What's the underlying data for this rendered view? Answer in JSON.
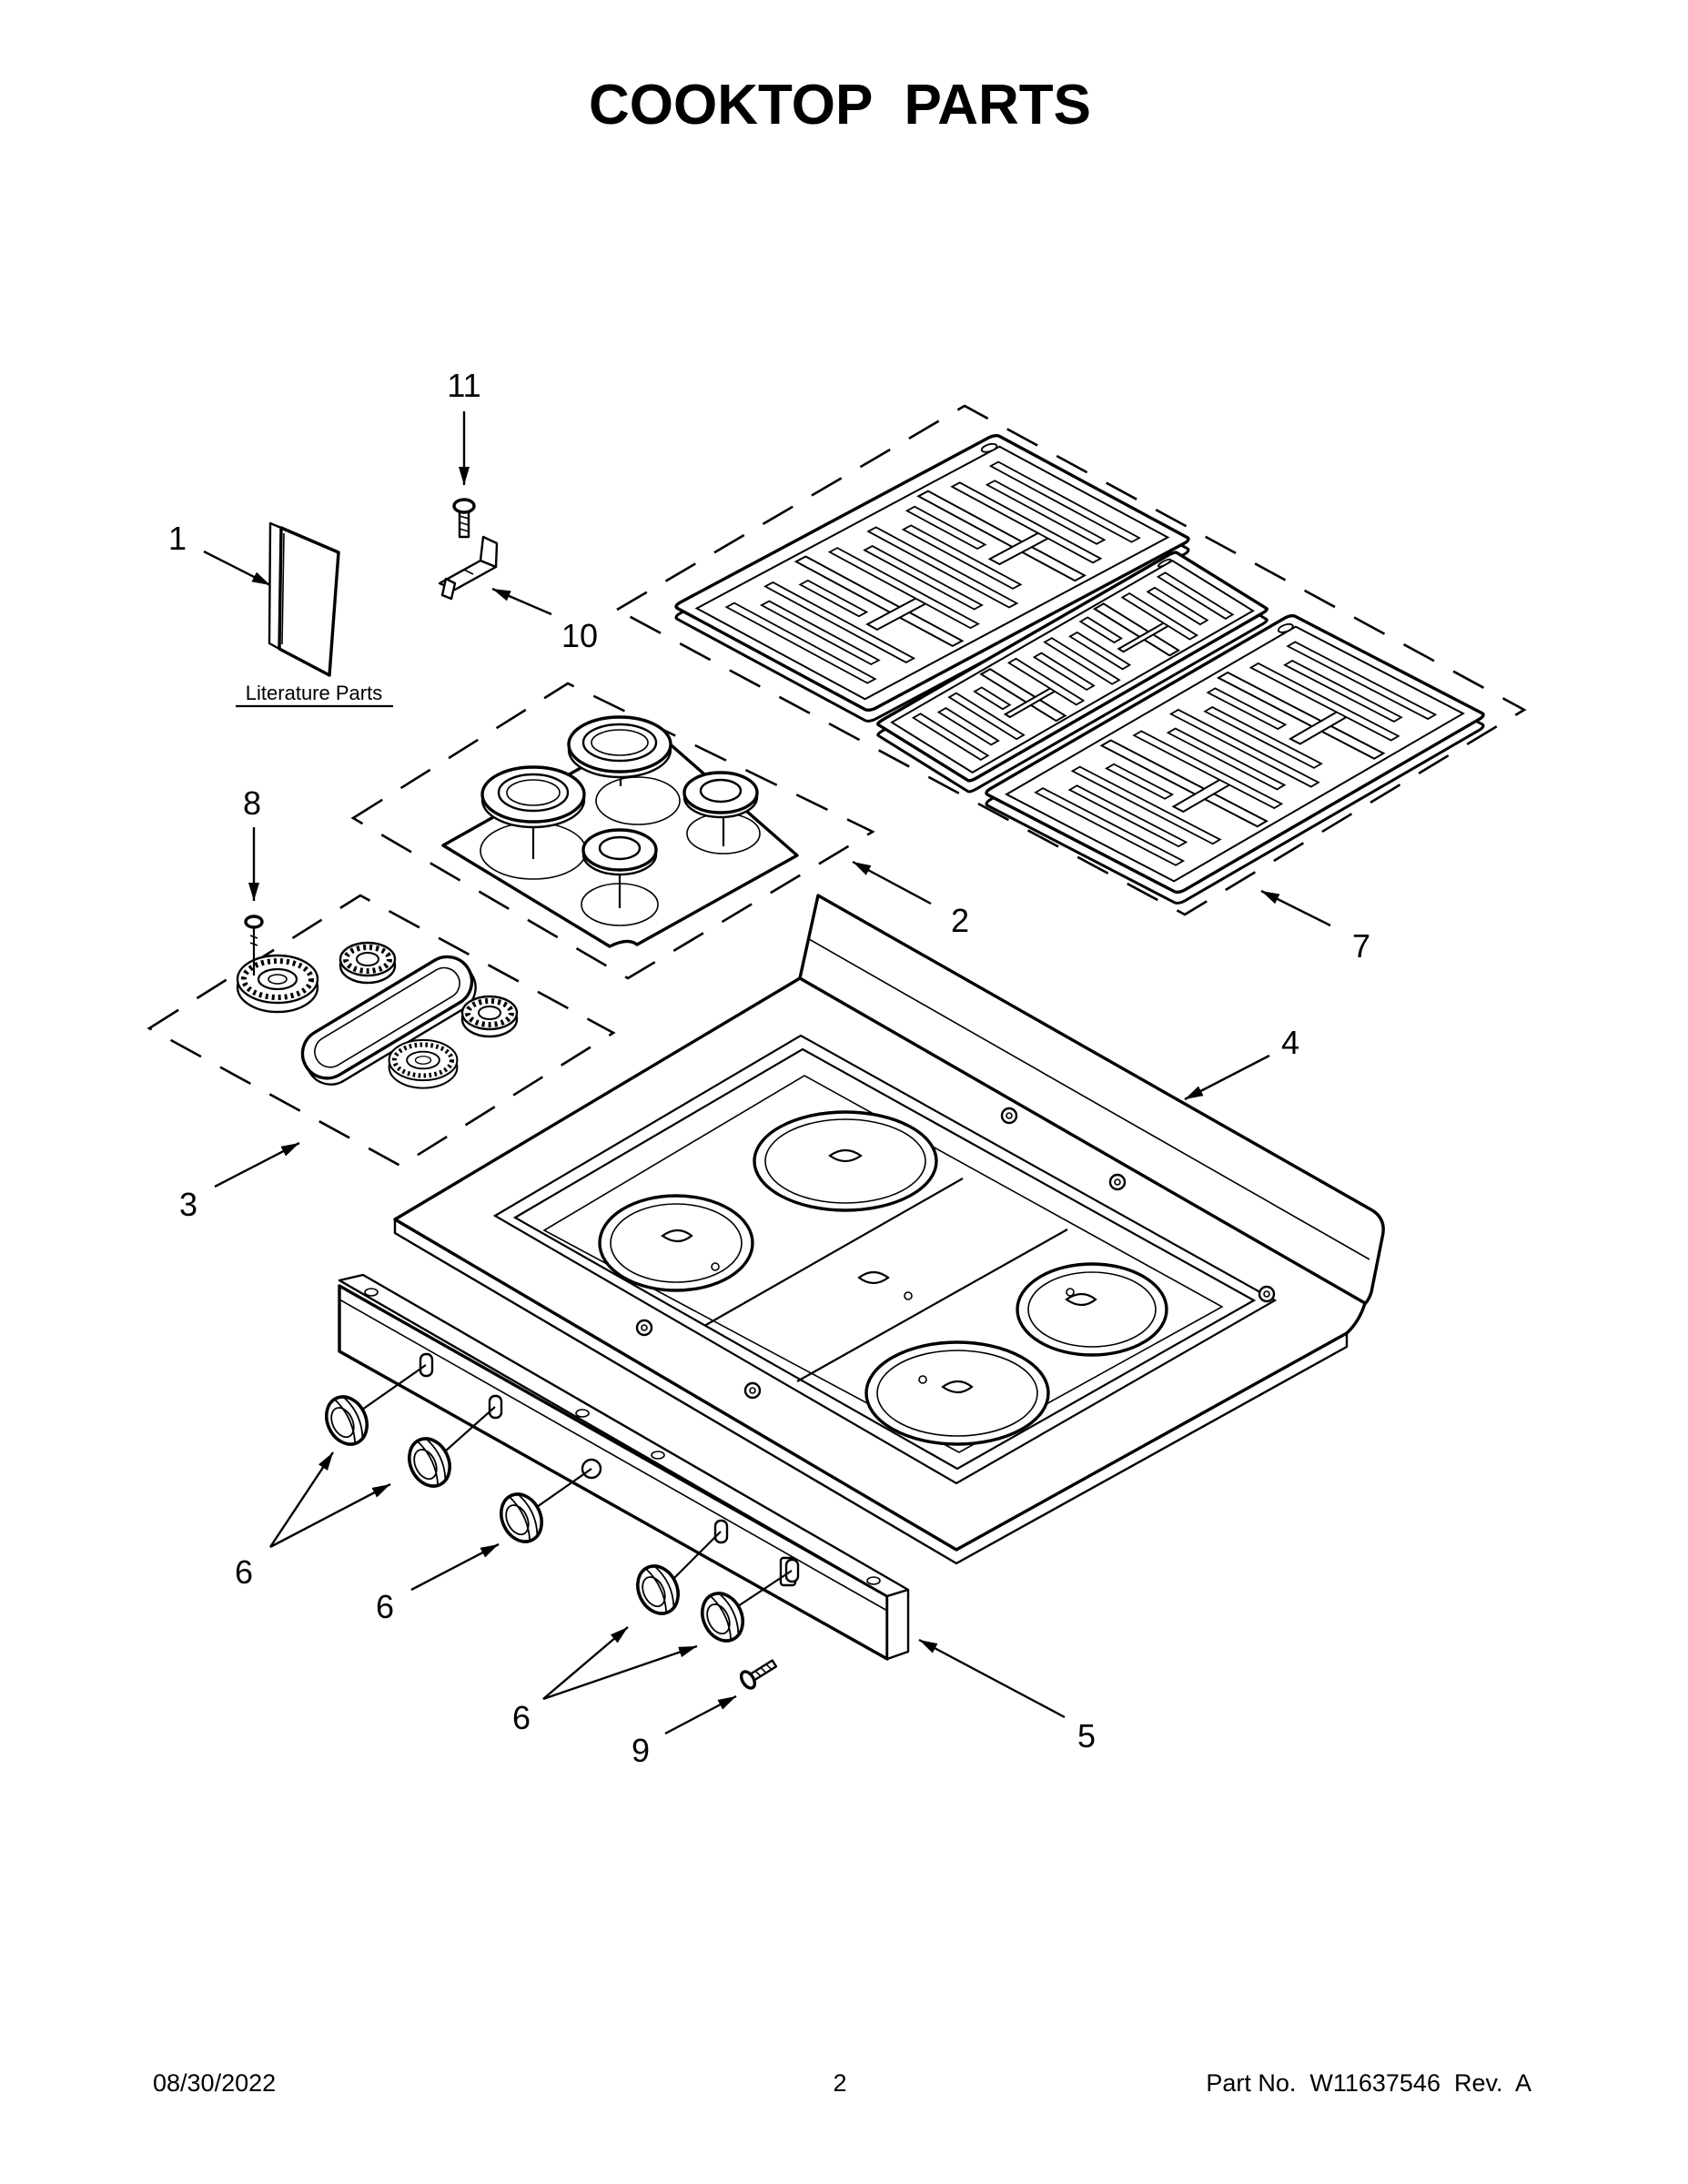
{
  "title": "COOKTOP PARTS",
  "literature_label": "Literature Parts",
  "callouts": [
    "1",
    "2",
    "3",
    "4",
    "5",
    "6",
    "6",
    "6",
    "7",
    "8",
    "9",
    "10",
    "11"
  ],
  "footer": {
    "date": "08/30/2022",
    "page": "2",
    "part_number": "Part No.  W11637546  Rev.  A"
  }
}
